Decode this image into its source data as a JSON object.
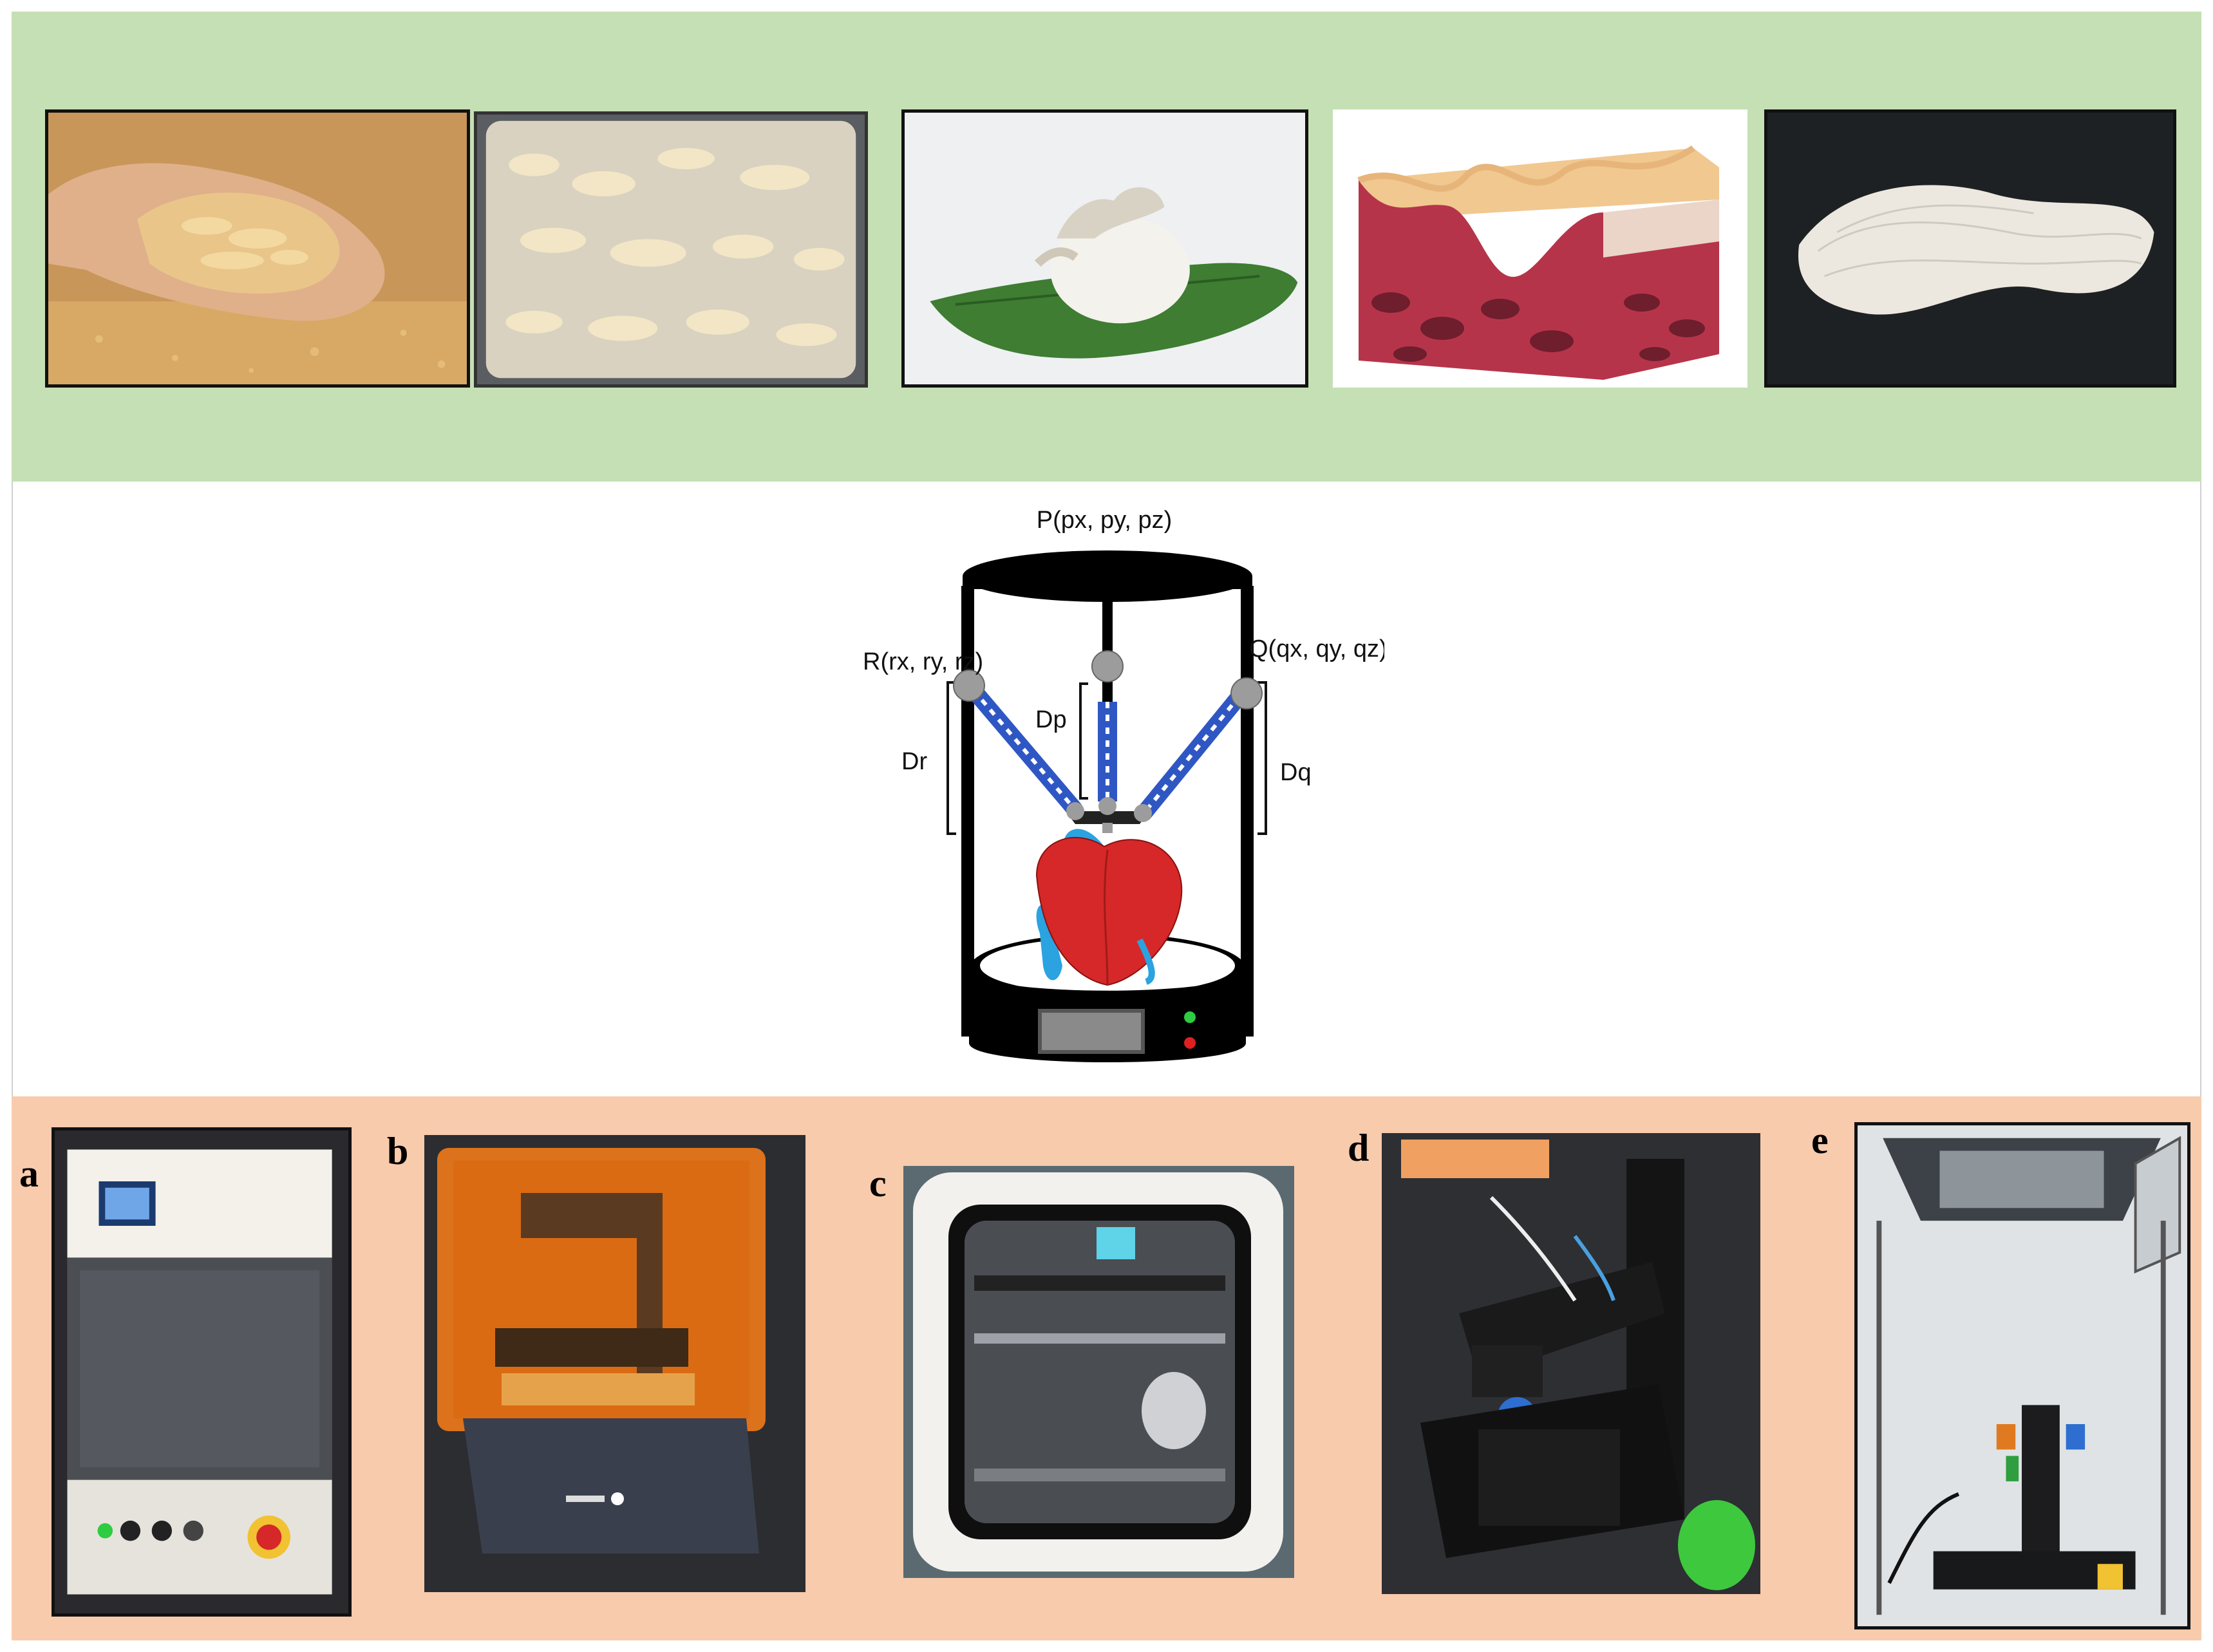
{
  "diagram": {
    "top_point_label": "P(px, py, pz)",
    "right_point_label": "Q(qx, qy, qz)",
    "left_point_label": "R(rx, ry, rz)",
    "left_arm_label": "Dr",
    "center_arm_label": "Dp",
    "right_arm_label": "Dq"
  },
  "printers": [
    {
      "letter": "a"
    },
    {
      "letter": "b"
    },
    {
      "letter": "c"
    },
    {
      "letter": "d"
    },
    {
      "letter": "e"
    }
  ],
  "colors": {
    "top_band": "#c5e0b4",
    "bottom_band": "#f8cbad",
    "arm_blue": "#2f57c4",
    "heart_red": "#d62828",
    "vessel_blue": "#2aa3e0"
  }
}
